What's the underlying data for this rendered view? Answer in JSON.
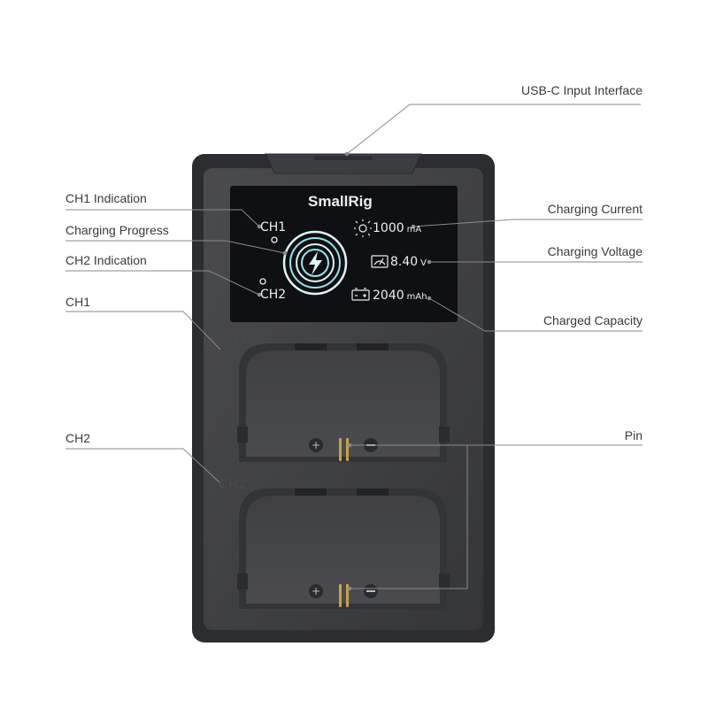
{
  "device": {
    "brand": "SmallRig",
    "screen": {
      "ch1": "CH1",
      "ch2": "CH2",
      "current_value": "1000",
      "current_unit": "mA",
      "voltage_value": "8.40",
      "voltage_unit": "V",
      "capacity_value": "2040",
      "capacity_unit": "mAh"
    },
    "bays": {
      "ch1": "CH1",
      "ch2": "CH2"
    }
  },
  "callouts": {
    "usb_c": "USB-C Input Interface",
    "ch1_indication": "CH1 Indication",
    "charging_progress": "Charging Progress",
    "ch2_indication": "CH2 Indication",
    "ch1": "CH1",
    "ch2": "CH2",
    "charging_current": "Charging Current",
    "charging_voltage": "Charging Voltage",
    "charged_capacity": "Charged Capacity",
    "pin": "Pin"
  },
  "colors": {
    "body": "#3d3e40",
    "body_edge": "#2a2b2d",
    "screen": "#0f1012",
    "screen_text": "#e9eef2",
    "accent_ring": "#9be3ef",
    "leader": "#8a8a8a",
    "pin_gold": "#c9a24a"
  },
  "icons": [
    "sun-icon",
    "voltmeter-icon",
    "battery-icon",
    "lightning-icon"
  ]
}
